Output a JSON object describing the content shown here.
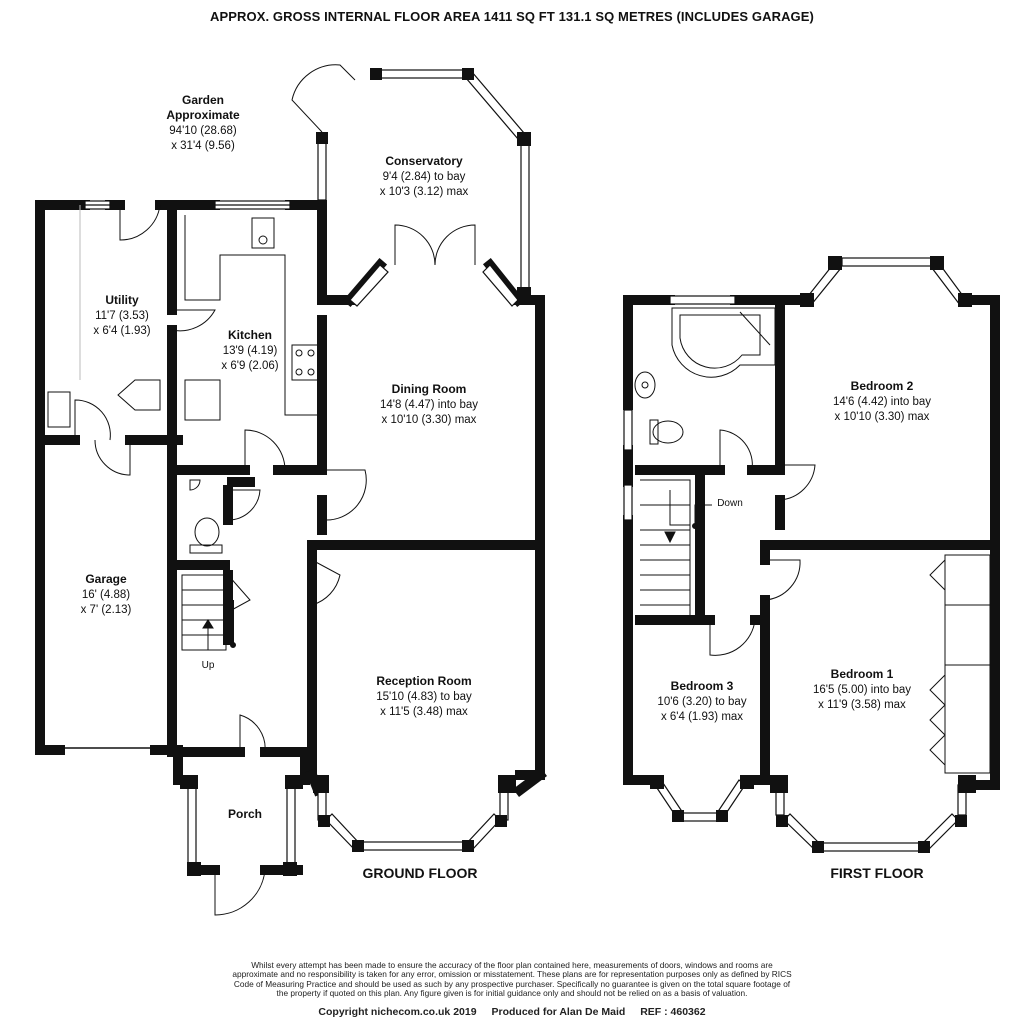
{
  "header": "APPROX. GROSS INTERNAL FLOOR AREA 1411 SQ FT 131.1 SQ METRES (INCLUDES GARAGE)",
  "floors": {
    "ground": "GROUND FLOOR",
    "first": "FIRST FLOOR"
  },
  "rooms": {
    "garden": {
      "name1": "Garden",
      "name2": "Approximate",
      "dim1": "94'10 (28.68)",
      "dim2": "x 31'4 (9.56)"
    },
    "conservatory": {
      "name": "Conservatory",
      "dim1": "9'4 (2.84) to bay",
      "dim2": "x 10'3 (3.12) max"
    },
    "utility": {
      "name": "Utility",
      "dim1": "11'7 (3.53)",
      "dim2": "x 6'4 (1.93)"
    },
    "kitchen": {
      "name": "Kitchen",
      "dim1": "13'9 (4.19)",
      "dim2": "x 6'9 (2.06)"
    },
    "dining": {
      "name": "Dining Room",
      "dim1": "14'8 (4.47) into bay",
      "dim2": "x 10'10 (3.30) max"
    },
    "garage": {
      "name": "Garage",
      "dim1": "16' (4.88)",
      "dim2": "x 7' (2.13)"
    },
    "reception": {
      "name": "Reception Room",
      "dim1": "15'10 (4.83) to bay",
      "dim2": "x 11'5 (3.48) max"
    },
    "porch": {
      "name": "Porch"
    },
    "bedroom2": {
      "name": "Bedroom 2",
      "dim1": "14'6 (4.42) into bay",
      "dim2": "x 10'10 (3.30) max"
    },
    "bedroom1": {
      "name": "Bedroom 1",
      "dim1": "16'5 (5.00) into bay",
      "dim2": "x 11'9 (3.58) max"
    },
    "bedroom3": {
      "name": "Bedroom 3",
      "dim1": "10'6 (3.20) to bay",
      "dim2": "x 6'4 (1.93) max"
    }
  },
  "stairs": {
    "up": "Up",
    "down": "Down"
  },
  "disclaimer": "Whilst every attempt has been made to ensure the accuracy of the floor plan contained here, measurements of doors, windows and rooms are approximate and no responsibility is taken for any error, omission or misstatement. These plans are for representation purposes only as defined by RICS Code of Measuring Practice and should be used as such by any prospective purchaser. Specifically no guarantee is given on the total square footage of the property if quoted on this plan. Any figure given is for initial guidance only and should not be relied on as a basis of valuation.",
  "footer": {
    "copyright": "Copyright nichecom.co.uk 2019",
    "produced": "Produced for Alan De Maid",
    "ref": "REF :  460362"
  },
  "colors": {
    "wall": "#111111",
    "window": "#ffffff",
    "background": "#ffffff"
  }
}
